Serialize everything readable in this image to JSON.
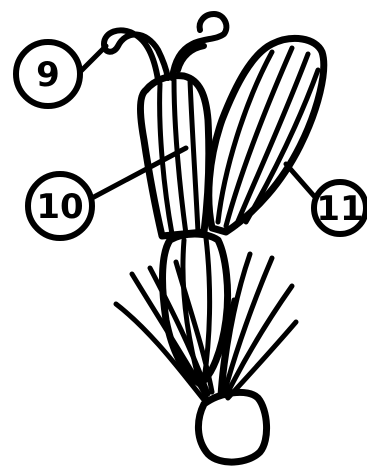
{
  "labels": [
    {
      "id": "callout-9",
      "text": "9"
    },
    {
      "id": "callout-10",
      "text": "10"
    },
    {
      "id": "callout-11",
      "text": "11"
    }
  ],
  "colors": {
    "ink": "#000000",
    "background": "#ffffff"
  }
}
